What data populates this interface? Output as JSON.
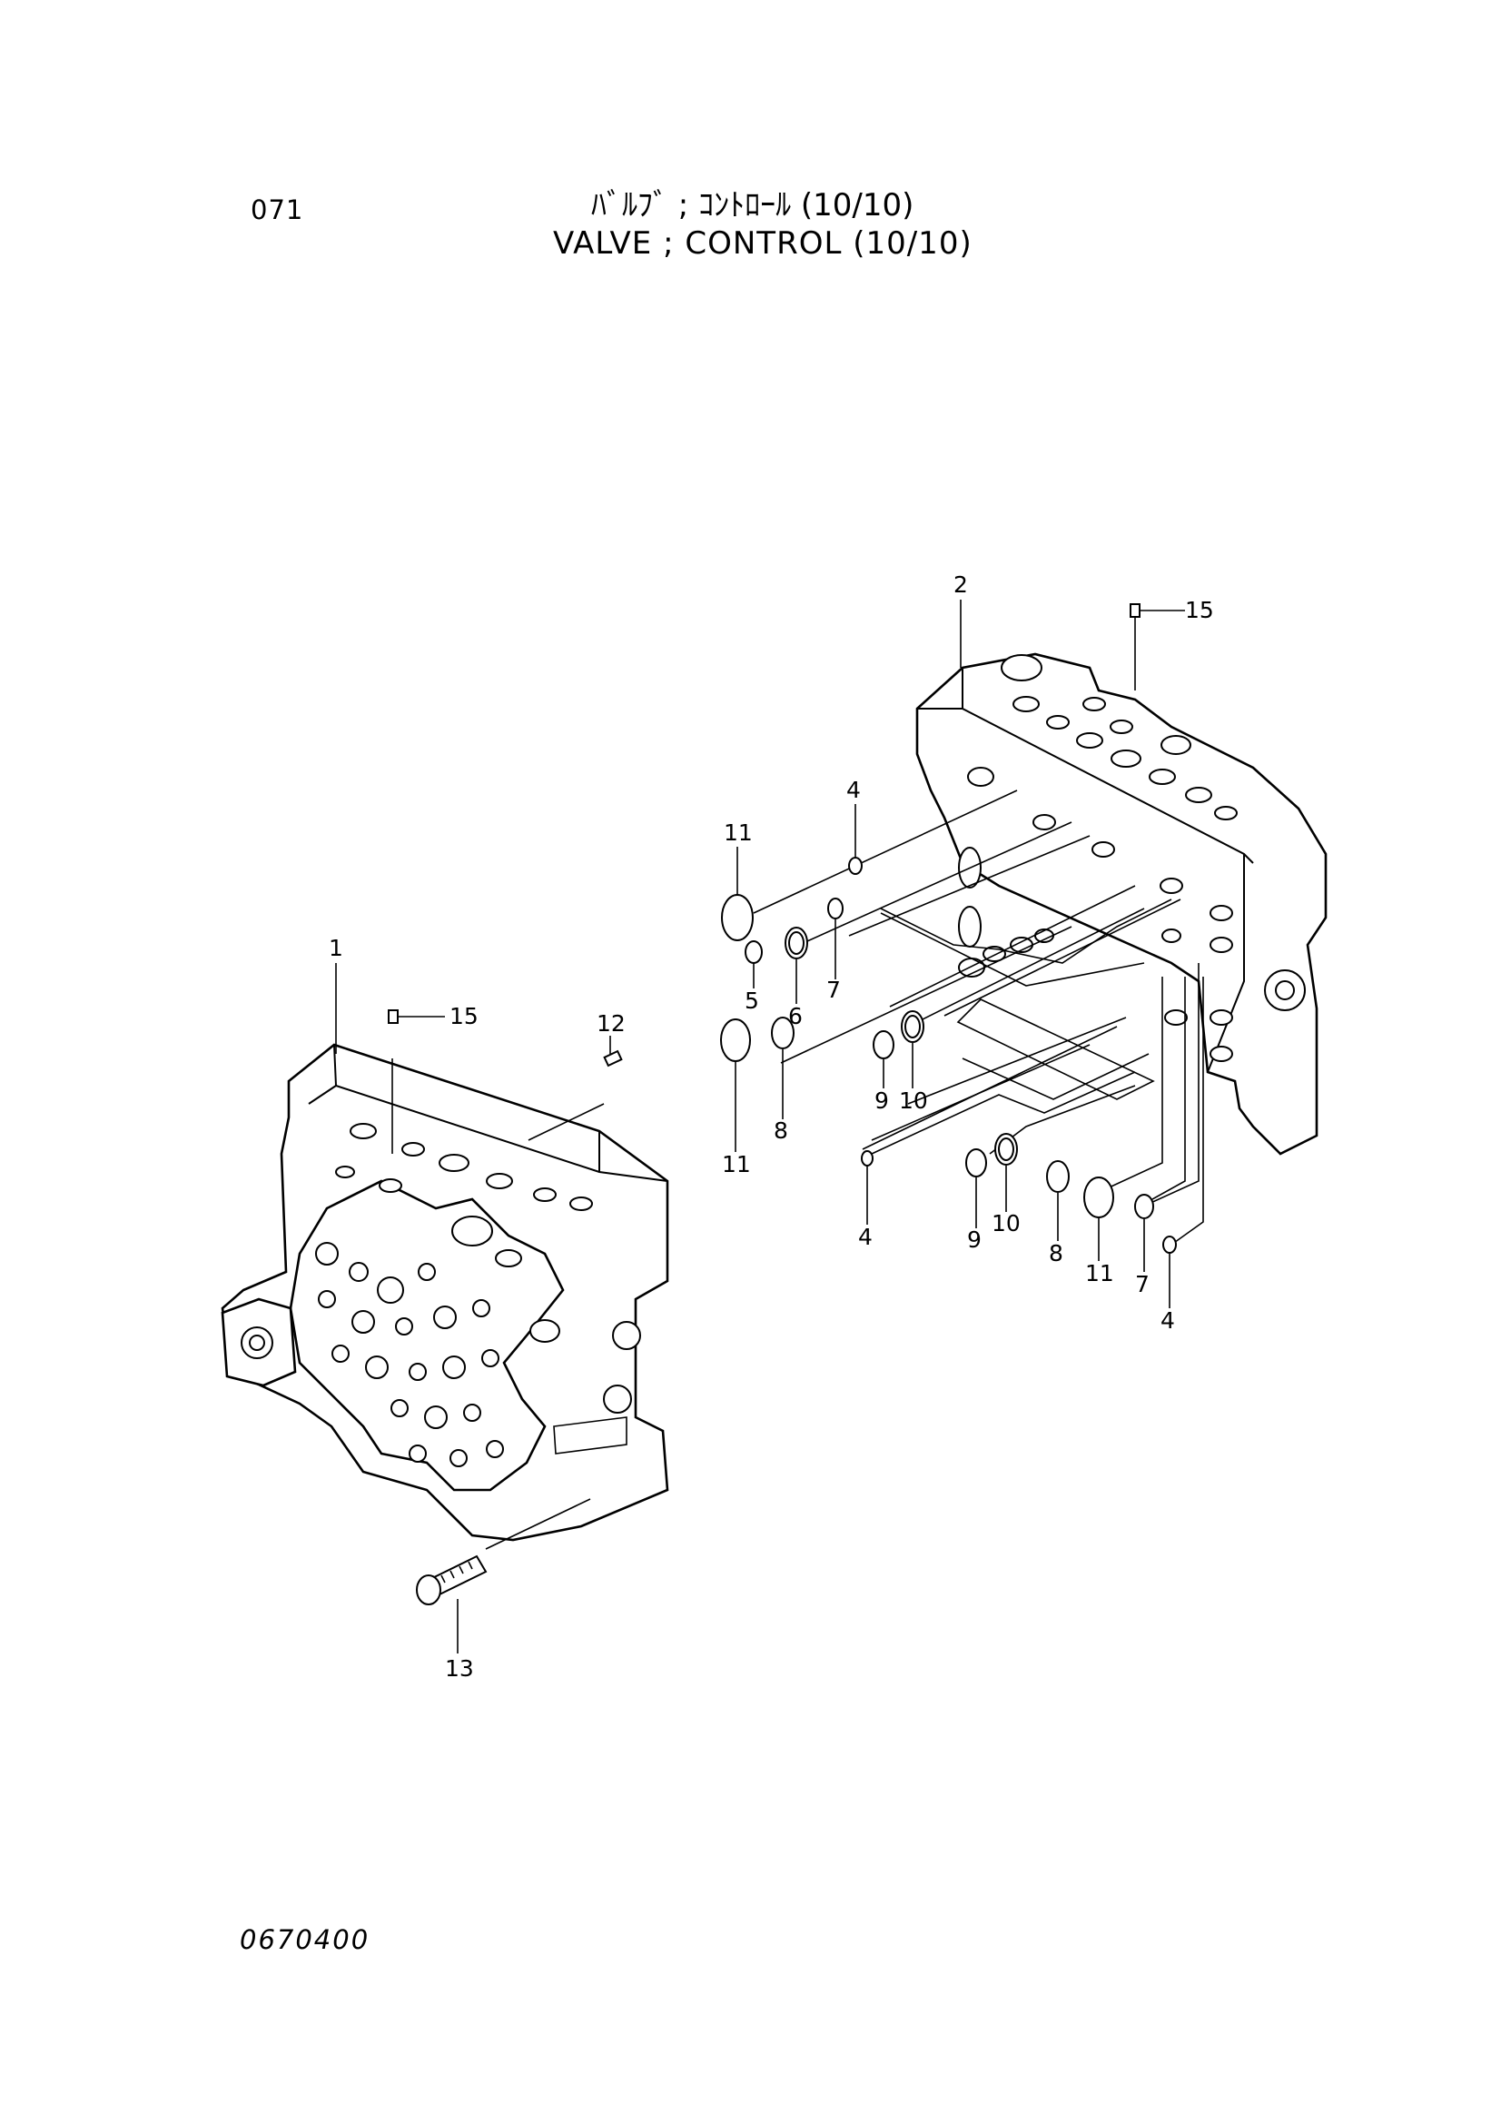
{
  "header": {
    "page_number": "071",
    "title_jp": "ﾊﾞﾙﾌﾞ ; ｺﾝﾄﾛｰﾙ (10/10)",
    "title_en": "VALVE ; CONTROL (10/10)"
  },
  "footer": {
    "figure_code": "0670400"
  },
  "callouts": {
    "c1": "1",
    "c2": "2",
    "c4a": "4",
    "c4b": "4",
    "c4c": "4",
    "c5": "5",
    "c6": "6",
    "c7a": "7",
    "c7b": "7",
    "c8a": "8",
    "c8b": "8",
    "c9a": "9",
    "c9b": "9",
    "c10a": "10",
    "c10b": "10",
    "c11a": "11",
    "c11b": "11",
    "c11c": "11",
    "c12": "12",
    "c13": "13",
    "c15a": "15",
    "c15b": "15"
  }
}
